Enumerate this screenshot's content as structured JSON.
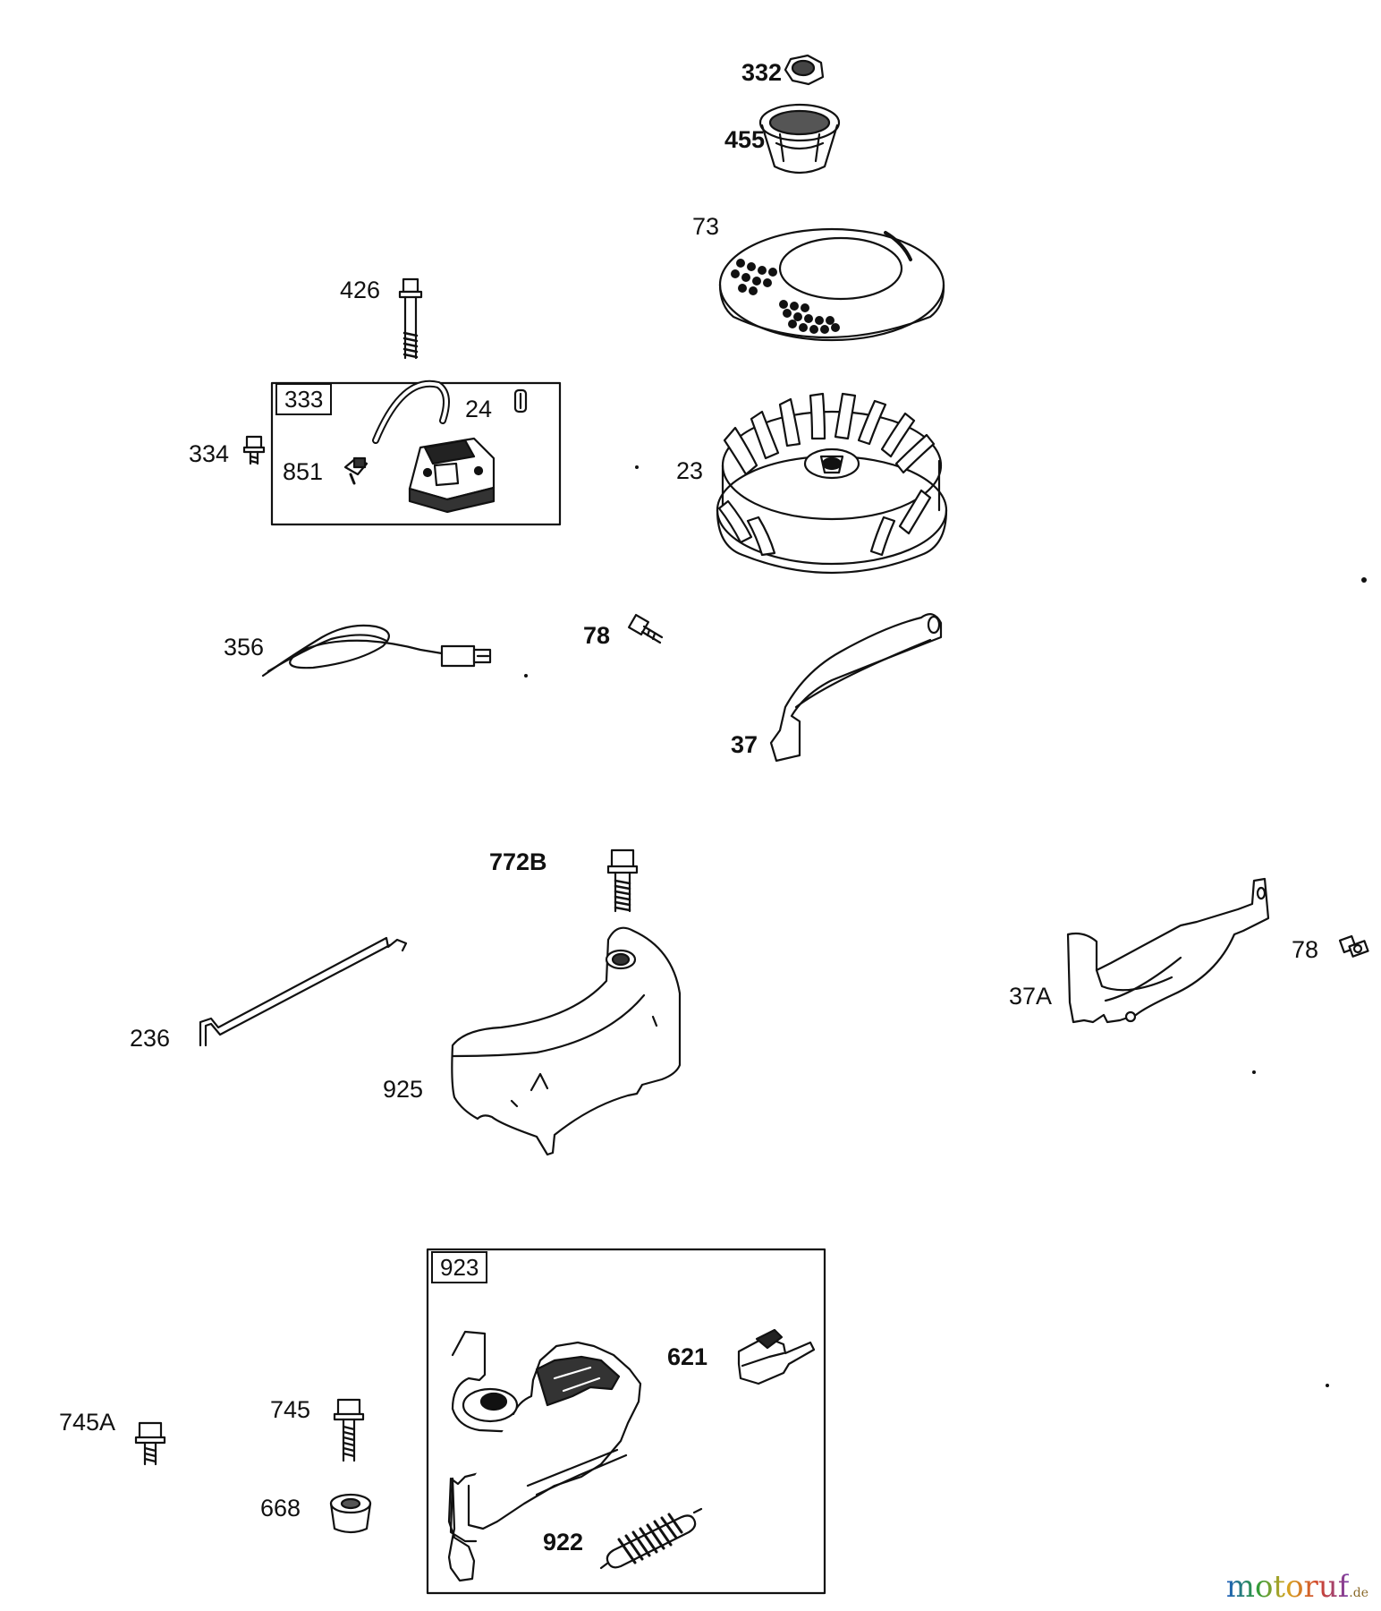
{
  "parts": {
    "p332": "332",
    "p455": "455",
    "p73": "73",
    "p426": "426",
    "p333": "333",
    "p24": "24",
    "p334": "334",
    "p851": "851",
    "p23": "23",
    "p356": "356",
    "p78a": "78",
    "p37": "37",
    "p772b": "772B",
    "p236": "236",
    "p925": "925",
    "p37a": "37A",
    "p78b": "78",
    "p923": "923",
    "p621": "621",
    "p745a": "745A",
    "p745": "745",
    "p668": "668",
    "p922": "922"
  },
  "watermark": {
    "main": "motoruf",
    "suffix": ".de"
  }
}
